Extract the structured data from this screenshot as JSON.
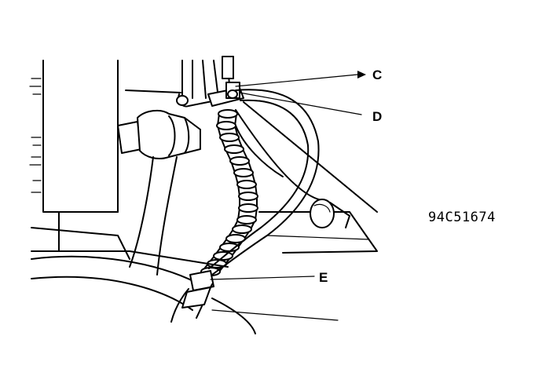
{
  "figure_code": "94C51674",
  "callouts": {
    "c": "C",
    "d": "D",
    "e": "E"
  },
  "colors": {
    "ink": "#000000",
    "paper": "#ffffff"
  }
}
